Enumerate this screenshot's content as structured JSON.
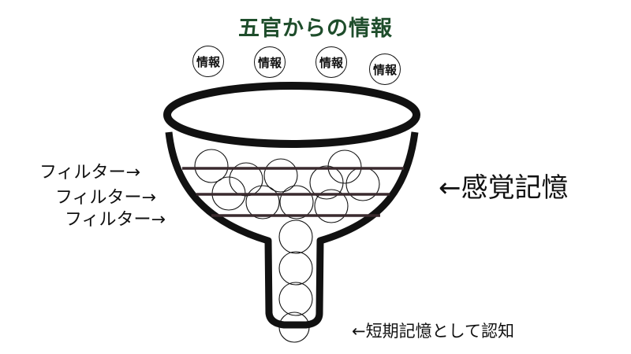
{
  "title": "五官からの情報",
  "info_label": "情報",
  "filter_label": "フィルター→",
  "sensory_memory_label": "←感覚記憶",
  "short_term_label": "←短期記憶として認知",
  "colors": {
    "title": "#1e4d2b",
    "outline": "#111111",
    "filter_line": "#3a2a2e",
    "ball": "#111111"
  }
}
